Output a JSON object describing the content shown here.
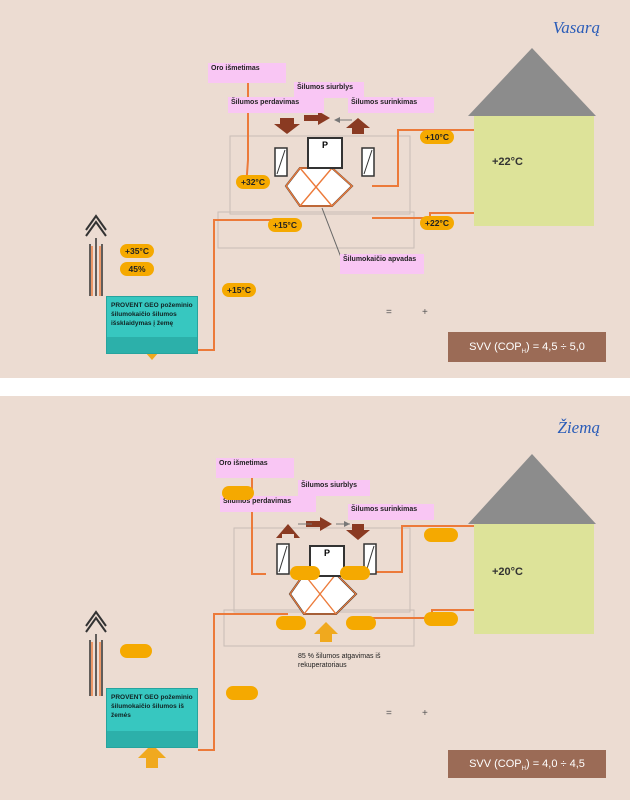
{
  "summer": {
    "title": "Vasarą",
    "label_exhaust": "Oro išmetimas",
    "label_pump": "Šilumos siurblys",
    "label_transfer": "Šilumos perdavimas",
    "label_collect": "Šilumos surinkimas",
    "label_exchanger": "Šilumokaičio apvadas",
    "tank_text": "PROVENT GEO požeminio šilumokaičio šilumos išsklaidymas į žemę",
    "pump_letter": "P",
    "house_temp": "+22°C",
    "temp_out_top": "+10°C",
    "temp_in_bottom": "+22°C",
    "temp_left": "+32°C",
    "temp_center": "+15°C",
    "temp_ground": "+15°C",
    "outdoor_temp": "+35°C",
    "outdoor_humidity": "45%",
    "formula_main": "SVV (COP",
    "formula_sub": "H",
    "formula_tail": ") = 4,5 ÷ 5,0",
    "legend_minus": "=",
    "legend_plus": "+"
  },
  "winter": {
    "title": "Žiemą",
    "label_exhaust": "Oro išmetimas",
    "label_pump": "Šilumos siurblys",
    "label_transfer": "Šilumos perdavimas",
    "label_collect": "Šilumos surinkimas",
    "recovery_text": "85 % šilumos atgavimas iš rekuperatoriaus",
    "tank_text": "PROVENT GEO požeminio šilumokaičio šilumos iš žemės",
    "pump_letter": "P",
    "house_temp": "+20°C",
    "formula_main": "SVV (COP",
    "formula_sub": "H",
    "formula_tail": ") = 4,0 ÷ 4,5",
    "legend_minus": "=",
    "legend_plus": "+"
  },
  "colors": {
    "background": "#ecdcd2",
    "pipe": "#ec7a3a",
    "badge": "#f5a900",
    "label": "#f9c6f4",
    "house_roof": "#8c8c8c",
    "house_wall": "#dde399",
    "tank": "#37c7c0",
    "heat_arrow_brown": "#8a3a22",
    "formula_box": "#9b6b56",
    "title": "#2a5cb8"
  }
}
